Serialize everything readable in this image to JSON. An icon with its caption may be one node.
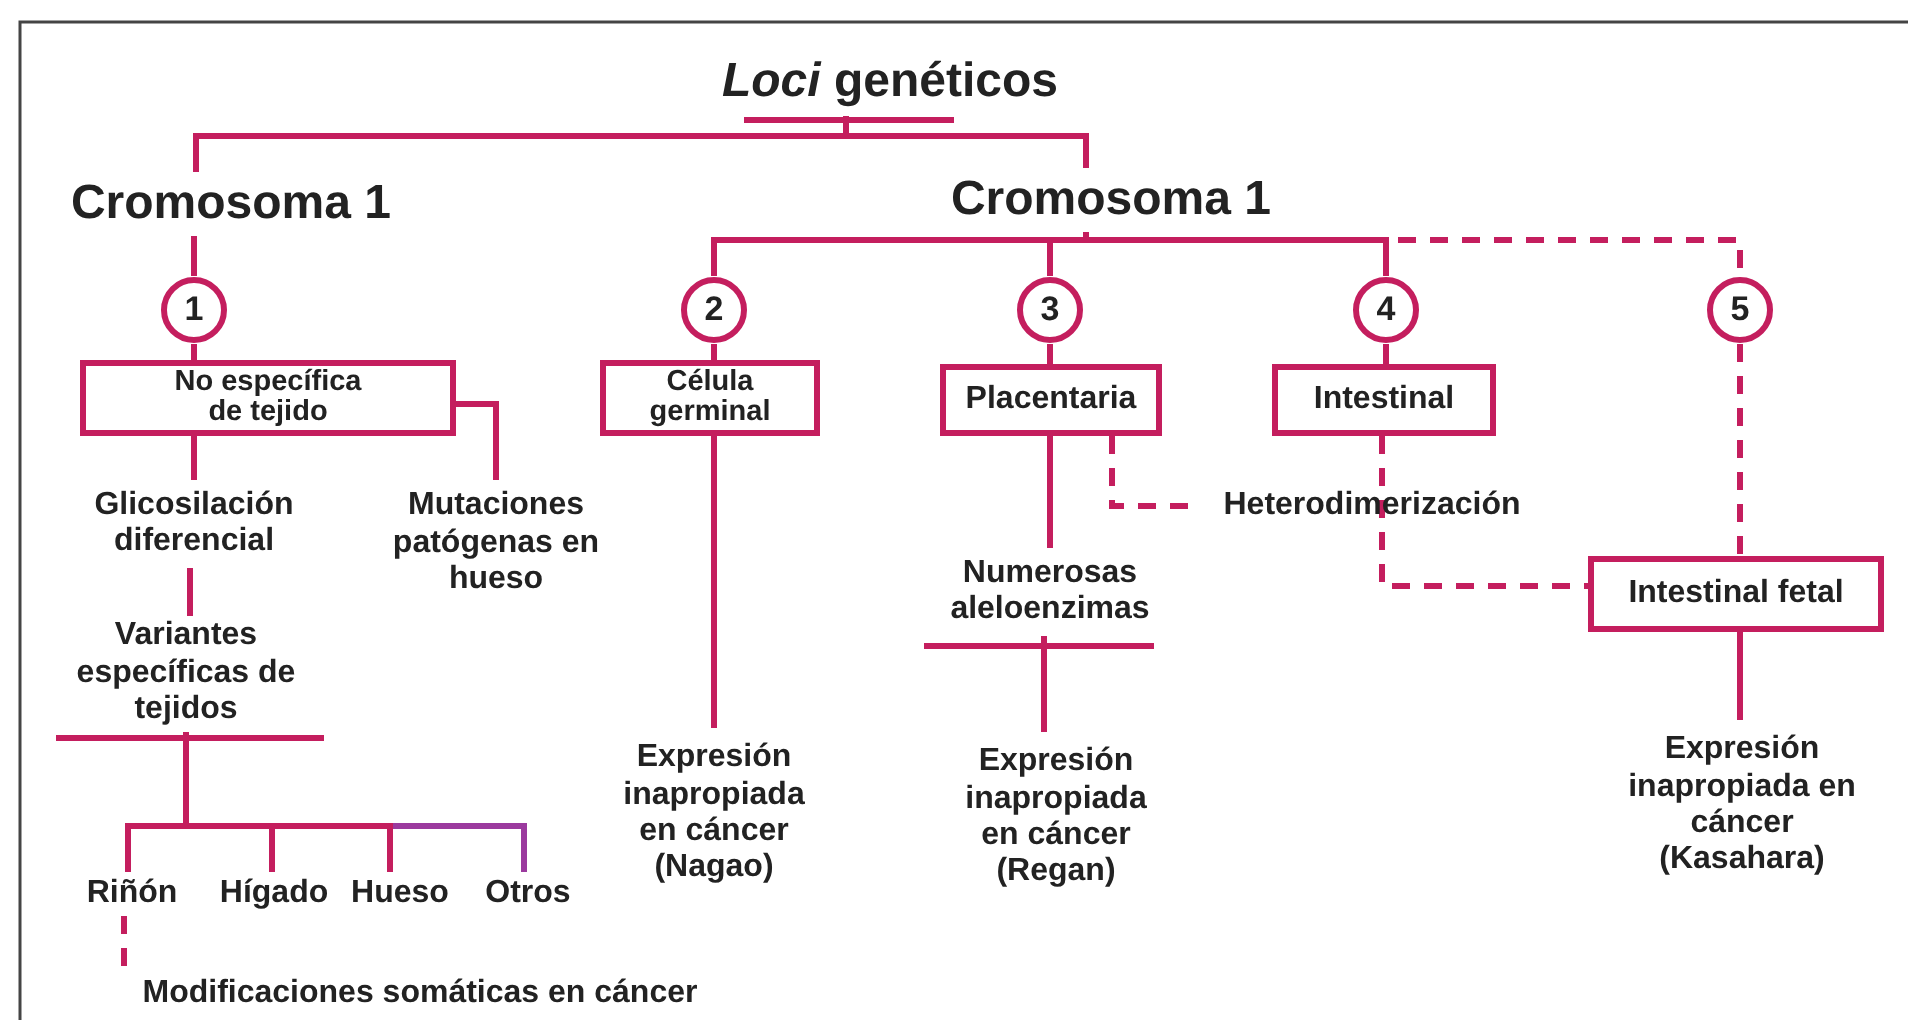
{
  "diagram": {
    "nodes": [
      {
        "text": [
          "*Loci* genéticos"
        ]
      },
      {
        "text": [
          "Cromosoma 1"
        ]
      },
      {
        "text": [
          "Cromosoma 1"
        ]
      },
      {
        "text": [
          "1"
        ]
      },
      {
        "text": [
          "2"
        ]
      },
      {
        "text": [
          "3"
        ]
      },
      {
        "text": [
          "4"
        ]
      },
      {
        "text": [
          "5"
        ]
      },
      {
        "text": [
          "No específica de tejido"
        ]
      },
      {
        "text": [
          "Célula germinal"
        ]
      },
      {
        "text": [
          "Placentaria"
        ]
      },
      {
        "text": [
          "Intestinal"
        ]
      },
      {
        "text": [
          "Glicosilación diferencial"
        ]
      },
      {
        "text": [
          "Mutaciones patógenas en hueso"
        ]
      },
      {
        "text": [
          "Variantes específicas de tejidos"
        ]
      },
      {
        "text": [
          "Heterodimerización"
        ]
      },
      {
        "text": [
          "Numerosas aleloenzimas"
        ]
      },
      {
        "text": [
          "Intestinal fetal"
        ]
      },
      {
        "text": [
          "Expresión inapropiada en cáncer (Nagao)"
        ]
      },
      {
        "text": [
          "Expresión inapropiada en cáncer (Regan)"
        ]
      },
      {
        "text": [
          "Expresión inapropiada en cáncer (Kasahara)"
        ]
      },
      {
        "text": [
          "Riñón"
        ]
      },
      {
        "text": [
          "Hígado"
        ]
      },
      {
        "text": [
          "Hueso"
        ]
      },
      {
        "text": [
          "Otros"
        ]
      },
      {
        "text": [
          "Modificaciones somáticas en cáncer"
        ]
      }
    ],
    "edges": [
      {
        "from": 0,
        "to": 1,
        "arrow": "none"
      },
      {
        "from": 0,
        "to": 2,
        "arrow": "none"
      },
      {
        "from": 1,
        "to": 3,
        "arrow": "none"
      },
      {
        "from": 2,
        "to": 4,
        "arrow": "none"
      },
      {
        "from": 2,
        "to": 5,
        "arrow": "none"
      },
      {
        "from": 2,
        "to": 6,
        "arrow": "none"
      },
      {
        "from": 2,
        "to": 7,
        "arrow": "none",
        "style": "dashed"
      },
      {
        "from": 3,
        "to": 8,
        "arrow": "none"
      },
      {
        "from": 4,
        "to": 9,
        "arrow": "none"
      },
      {
        "from": 5,
        "to": 10,
        "arrow": "none"
      },
      {
        "from": 6,
        "to": 11,
        "arrow": "none"
      },
      {
        "from": 8,
        "to": 12,
        "arrow": "none"
      },
      {
        "from": 8,
        "to": 13,
        "arrow": "none"
      },
      {
        "from": 12,
        "to": 14,
        "arrow": "none"
      },
      {
        "from": 14,
        "to": 21,
        "arrow": "none"
      },
      {
        "from": 14,
        "to": 22,
        "arrow": "none"
      },
      {
        "from": 14,
        "to": 23,
        "arrow": "none"
      },
      {
        "from": 14,
        "to": 24,
        "arrow": "none",
        "color": "#9b3a9e"
      },
      {
        "from": 21,
        "to": 25,
        "arrow": "none",
        "style": "dashed"
      },
      {
        "from": 9,
        "to": 18,
        "arrow": "none"
      },
      {
        "from": 10,
        "to": 16,
        "arrow": "none"
      },
      {
        "from": 10,
        "to": 15,
        "arrow": "none",
        "style": "dashed"
      },
      {
        "from": 11,
        "to": 17,
        "arrow": "none",
        "style": "dashed"
      },
      {
        "from": 7,
        "to": 17,
        "arrow": "none",
        "style": "dashed"
      },
      {
        "from": 16,
        "to": 19,
        "arrow": "none"
      },
      {
        "from": 17,
        "to": 20,
        "arrow": "none"
      }
    ]
  }
}
